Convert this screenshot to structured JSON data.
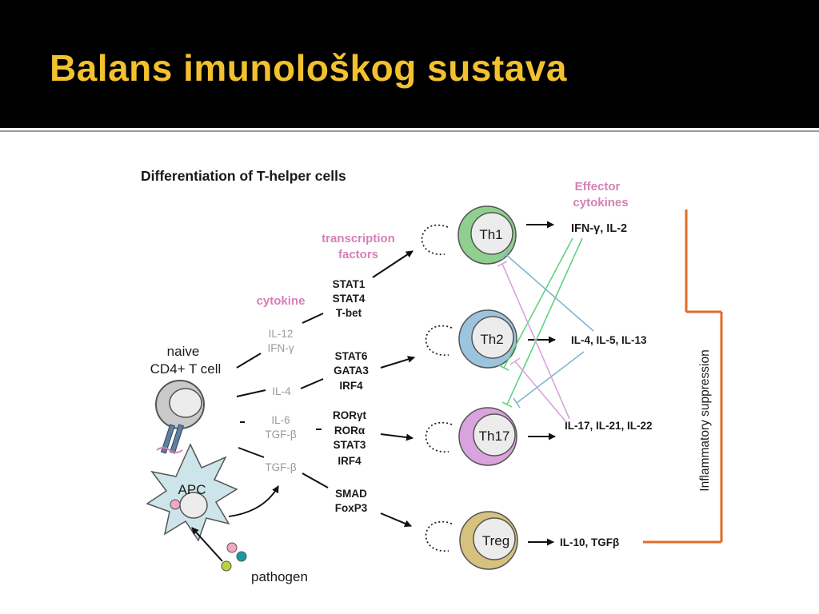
{
  "slide": {
    "title": "Balans imunološkog sustava"
  },
  "diagram": {
    "title": "Differentiation of T-helper cells",
    "headers": {
      "cytokine": "cytokine",
      "transcription_factors": [
        "transcription",
        "factors"
      ],
      "effector_cytokines": [
        "Effector",
        "cytokines"
      ]
    },
    "naive_cell": [
      "naive",
      "CD4+ T cell"
    ],
    "apc": "APC",
    "pathogen": "pathogen",
    "inducing_cytokines": {
      "th1": [
        "IL-12",
        "IFN-γ"
      ],
      "th2": [
        "IL-4"
      ],
      "th17": [
        "IL-6",
        "TGF-β"
      ],
      "treg": [
        "TGF-β"
      ]
    },
    "transcription_factors": {
      "th1": [
        "STAT1",
        "STAT4",
        "T-bet"
      ],
      "th2": [
        "STAT6",
        "GATA3",
        "IRF4"
      ],
      "th17": [
        "RORγt",
        "RORα",
        "STAT3",
        "IRF4"
      ],
      "treg": [
        "SMAD",
        "FoxP3"
      ]
    },
    "cells": {
      "th1": "Th1",
      "th2": "Th2",
      "th17": "Th17",
      "treg": "Treg"
    },
    "effectors": {
      "th1": "IFN-γ, IL-2",
      "th2": "IL-4, IL-5, IL-13",
      "th17": "IL-17, IL-21, IL-22",
      "treg": "IL-10, TGFβ"
    },
    "suppression_label": "Inflammatory suppression"
  },
  "colors": {
    "header_bg": "#000000",
    "title_text": "#f2c12e",
    "pink_label": "#d67fb7",
    "th1": "#8fcf8f",
    "th2": "#9cc4df",
    "th17": "#d9a3dd",
    "treg": "#d6c27e",
    "inhibit_green": "#5fd37f",
    "inhibit_blue": "#7fb6cf",
    "inhibit_pink": "#d9a3dd",
    "suppression_orange": "#e06b2a"
  }
}
